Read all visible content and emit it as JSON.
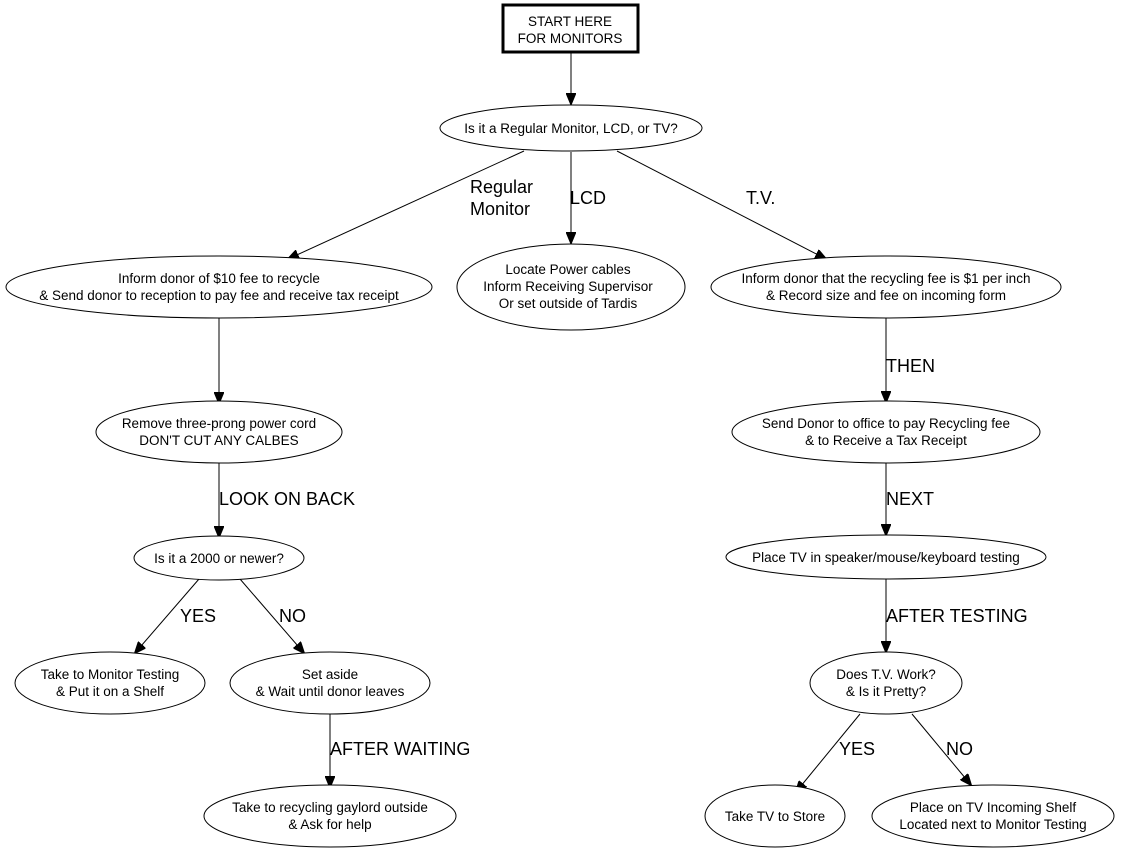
{
  "diagram": {
    "title": "Monitor intake flowchart",
    "nodes": {
      "start": [
        "START HERE",
        "FOR MONITORS"
      ],
      "type_question": [
        "Is it a Regular Monitor, LCD, or TV?"
      ],
      "regular_fee": [
        "Inform donor of $10 fee to recycle",
        "& Send donor to reception to pay fee and receive tax receipt"
      ],
      "lcd_action": [
        "Locate Power cables",
        "Inform Receiving Supervisor",
        "Or set outside of Tardis"
      ],
      "tv_fee": [
        "Inform donor that the recycling fee is $1 per inch",
        "& Record size and fee on incoming form"
      ],
      "remove_cord": [
        "Remove three-prong power cord",
        "DON'T CUT ANY CALBES"
      ],
      "year_question": [
        "Is it a 2000 or newer?"
      ],
      "monitor_testing": [
        "Take to Monitor Testing",
        "& Put it on a Shelf"
      ],
      "set_aside": [
        "Set aside",
        "& Wait until donor leaves"
      ],
      "gaylord": [
        "Take to recycling gaylord outside",
        "& Ask for help"
      ],
      "send_office": [
        "Send Donor to office to pay Recycling fee",
        "& to Receive a Tax Receipt"
      ],
      "tv_testing": [
        "Place TV in speaker/mouse/keyboard testing"
      ],
      "tv_works": [
        "Does T.V. Work?",
        "& Is it Pretty?"
      ],
      "tv_store": [
        "Take TV to Store"
      ],
      "tv_shelf": [
        "Place on TV Incoming Shelf",
        "Located next to Monitor Testing"
      ]
    },
    "edge_labels": {
      "regular": [
        "Regular",
        "Monitor"
      ],
      "lcd": [
        "LCD"
      ],
      "tv": [
        "T.V."
      ],
      "look_on_back": [
        "LOOK ON BACK"
      ],
      "yes_left": [
        "YES"
      ],
      "no_left": [
        "NO"
      ],
      "after_waiting": [
        "AFTER WAITING"
      ],
      "then": [
        "THEN"
      ],
      "next": [
        "NEXT"
      ],
      "after_testing": [
        "AFTER TESTING"
      ],
      "yes_right": [
        "YES"
      ],
      "no_right": [
        "NO"
      ]
    },
    "colors": {
      "stroke": "#000000",
      "fill": "#ffffff",
      "text": "#000000"
    }
  }
}
